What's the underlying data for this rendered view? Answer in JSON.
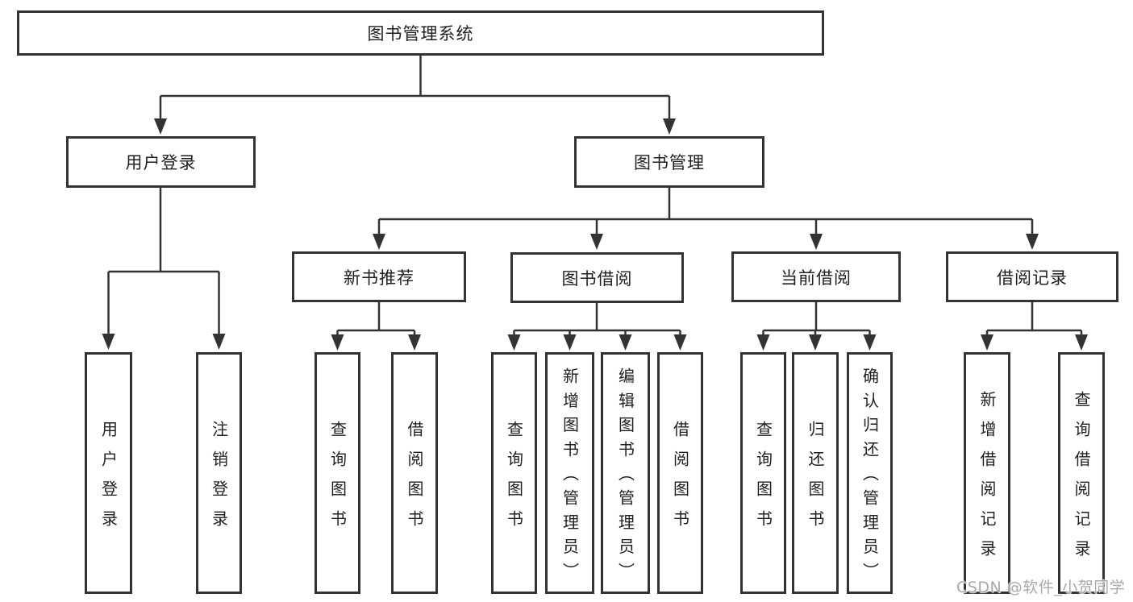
{
  "root": {
    "label": "图书管理系统"
  },
  "branches": {
    "user": {
      "label": "用户登录",
      "children": [
        {
          "label": "用户登录"
        },
        {
          "label": "注销登录"
        }
      ]
    },
    "book": {
      "label": "图书管理",
      "groups": [
        {
          "label": "新书推荐",
          "children": [
            {
              "label": "查询图书"
            },
            {
              "label": "借阅图书"
            }
          ]
        },
        {
          "label": "图书借阅",
          "children": [
            {
              "label": "查询图书"
            },
            {
              "label": "新增图书（管理员）"
            },
            {
              "label": "编辑图书（管理员）"
            },
            {
              "label": "借阅图书"
            }
          ]
        },
        {
          "label": "当前借阅",
          "children": [
            {
              "label": "查询图书"
            },
            {
              "label": "归还图书"
            },
            {
              "label": "确认归还（管理员）"
            }
          ]
        },
        {
          "label": "借阅记录",
          "children": [
            {
              "label": "新增借阅记录"
            },
            {
              "label": "查询借阅记录"
            }
          ]
        }
      ]
    }
  },
  "watermark": "CSDN @软件_小贺同学",
  "colors": {
    "line": "#333333",
    "text": "#1f1f1f",
    "background": "#ffffff",
    "watermark": "#a9a9a9"
  }
}
